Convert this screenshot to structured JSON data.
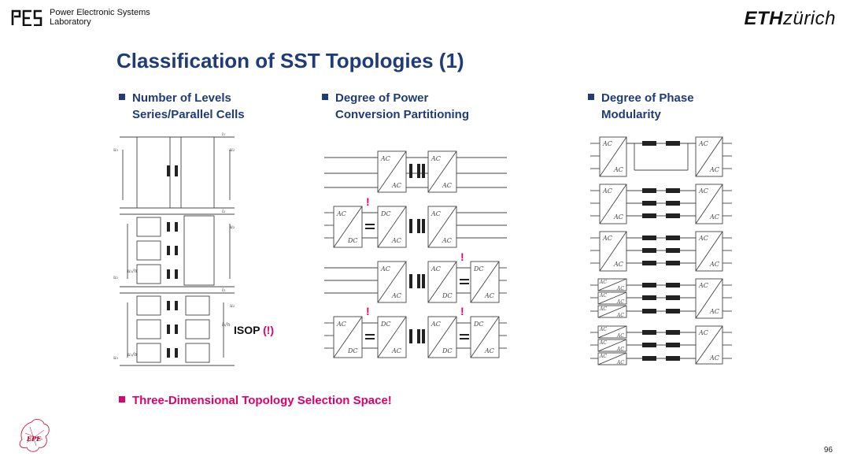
{
  "header": {
    "lab_line1": "Power Electronic Systems",
    "lab_line2": "Laboratory",
    "eth_bold": "ETH",
    "eth_light": "zürich"
  },
  "title": "Classification of SST Topologies (1)",
  "columns": [
    {
      "line1": "Number of Levels",
      "line2": "Series/Parallel Cells"
    },
    {
      "line1": "Degree of Power",
      "line2": "Conversion Partitioning"
    },
    {
      "line1": "Degree of Phase",
      "line2": "Modularity"
    }
  ],
  "isop": {
    "label": "ISOP",
    "mark": "(!)"
  },
  "bottom_note": "Three-Dimensional Topology Selection Space!",
  "page_number": "96",
  "epe_logo_text": "EPE",
  "diagram_labels": {
    "ac": "AC",
    "dc": "DC",
    "exclamation": "!",
    "u1": "u₁",
    "u2": "u₂",
    "i1": "i₁",
    "i2": "i₂",
    "u1_over_n": "u₁/n",
    "i2_over_n": "i₂/n"
  },
  "colors": {
    "title_blue": "#1f3c78",
    "accent_magenta": "#e0006a",
    "line": "#333333"
  }
}
